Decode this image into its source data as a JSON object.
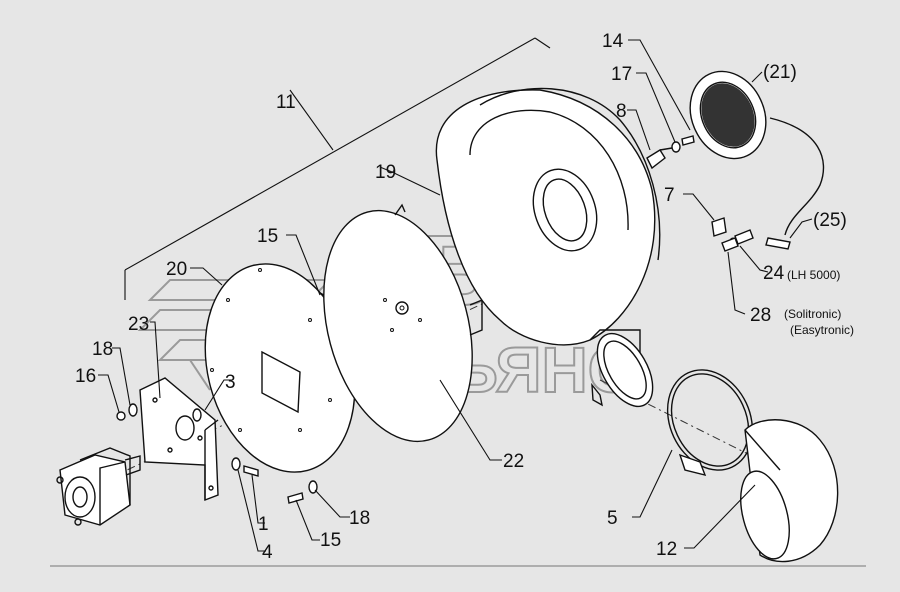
{
  "labels": {
    "p1": "1",
    "p3": "3",
    "p4": "4",
    "p5": "5",
    "p7": "7",
    "p8": "8",
    "p11": "11",
    "p12": "12",
    "p14": "14",
    "p15a": "15",
    "p15b": "15",
    "p16": "16",
    "p17": "17",
    "p18a": "18",
    "p18b": "18",
    "p19": "19",
    "p20": "20",
    "p21": "(21)",
    "p22": "22",
    "p23": "23",
    "p24": "24",
    "p24note": "(LH 5000)",
    "p25": "(25)",
    "p28": "28",
    "p28note1": "(Solitronic)",
    "p28note2": "(Easytronic)"
  },
  "watermark": {
    "line1": "АВТО",
    "line2": "АЛЬЯНС"
  },
  "colors": {
    "background": "#e6e6e6",
    "line": "#111111",
    "watermark": "#9a9a9a"
  }
}
